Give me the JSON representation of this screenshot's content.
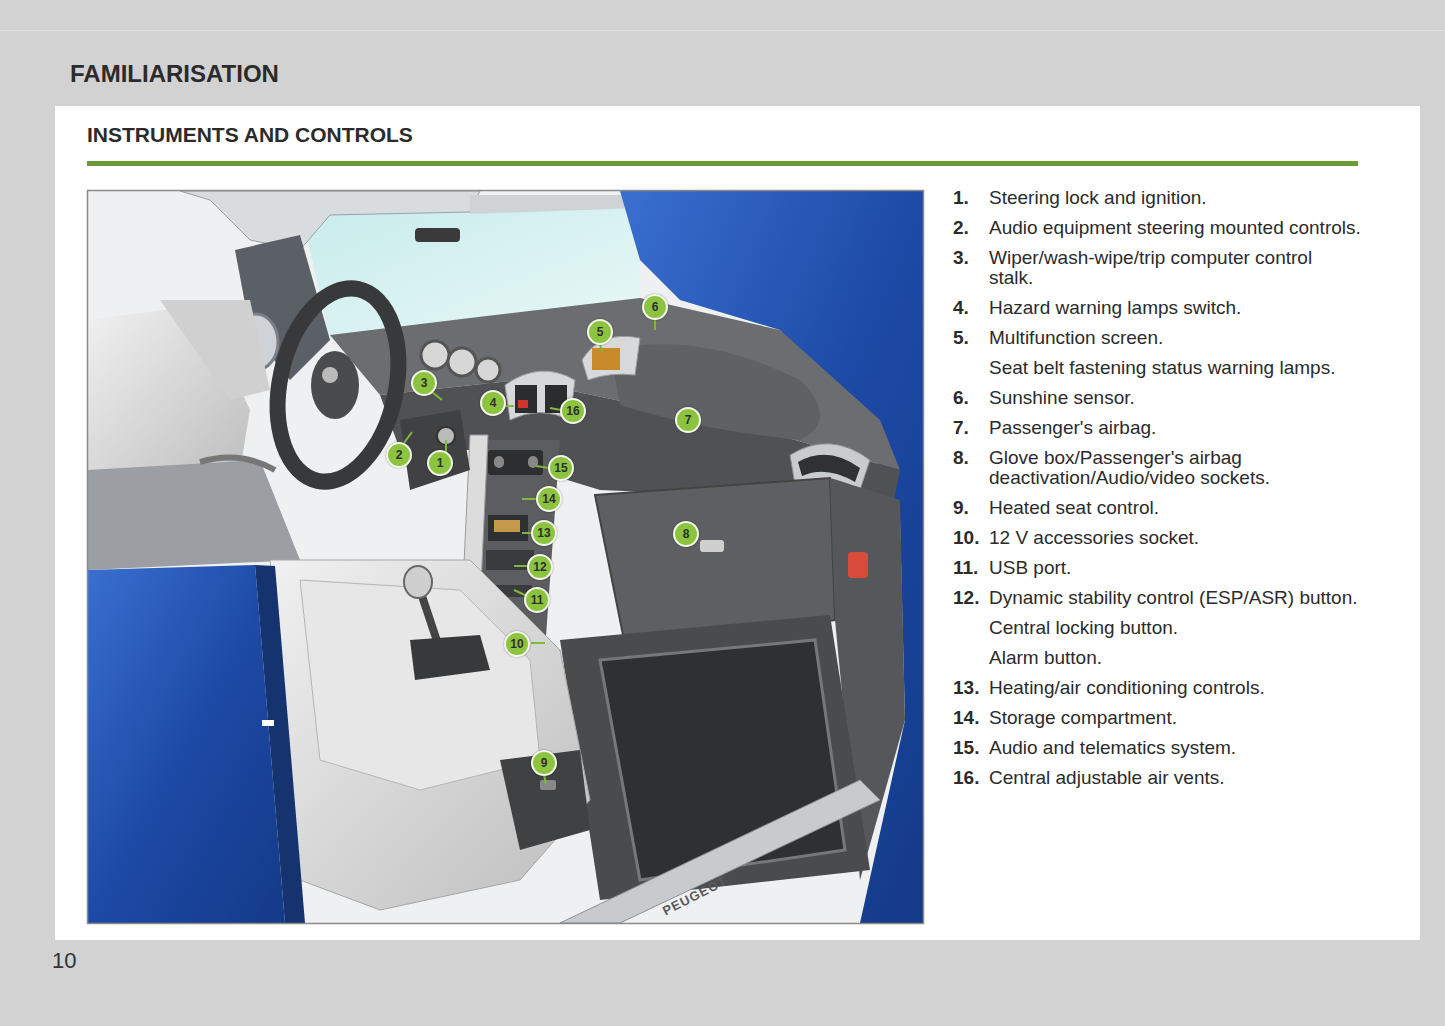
{
  "diagram": {
    "title": "INSTRUMENTS AND CONTROLS",
    "labels": [
      "FAMILIARISATION",
      "10",
      "1",
      "2",
      "3",
      "4",
      "5",
      "6",
      "7",
      "8",
      "9",
      "10",
      "11",
      "12",
      "13",
      "14",
      "15",
      "16",
      "1.",
      "Steering lock and ignition.",
      "2.",
      "Audio equipment steering mounted controls.",
      "3.",
      "Wiper/wash-wipe/trip computer control stalk.",
      "4.",
      "Hazard warning lamps switch.",
      "5.",
      "Multifunction screen.",
      "Seat belt fastening status warning lamps.",
      "6.",
      "Sunshine sensor.",
      "7.",
      "Passenger's airbag.",
      "8.",
      "Glove box/Passenger's airbag deactivation/Audio/video sockets.",
      "9.",
      "Heated seat control.",
      "10.",
      "12 V accessories socket.",
      "11.",
      "USB port.",
      "12.",
      "Dynamic stability control (ESP/ASR) button.",
      "Central locking button.",
      "Alarm button.",
      "13.",
      "Heating/air conditioning controls.",
      "14.",
      "Storage compartment.",
      "15.",
      "Audio and telematics system.",
      "16.",
      "Central adjustable air vents.",
      "PEUGEOT"
    ]
  }
}
